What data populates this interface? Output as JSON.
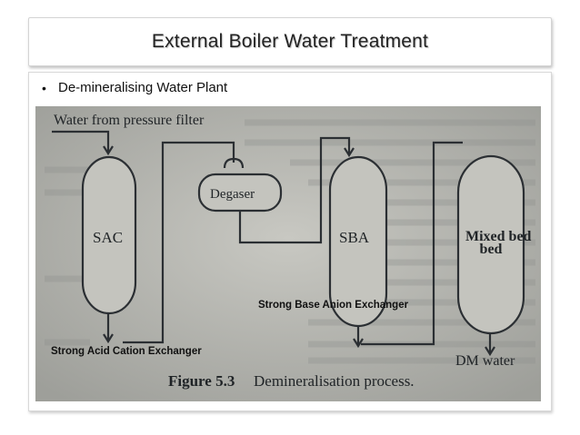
{
  "slide": {
    "title": "External Boiler Water Treatment",
    "bullet": "De-mineralising Water Plant"
  },
  "diagram": {
    "source_label": "Water from pressure filter",
    "vessels": [
      "SAC",
      "Degaser",
      "SBA",
      "Mixed bed"
    ],
    "output_label": "DM water",
    "caption_fig": "Figure 5.3",
    "caption_text": "Demineralisation process.",
    "annotation_sba": "Strong Base  Anion Exchanger",
    "annotation_sac": "Strong Acid Cation Exchanger"
  },
  "colors": {
    "paper": "#bdbdb6",
    "ink": "#2b2f33",
    "background_text": "#8a8c8a"
  }
}
